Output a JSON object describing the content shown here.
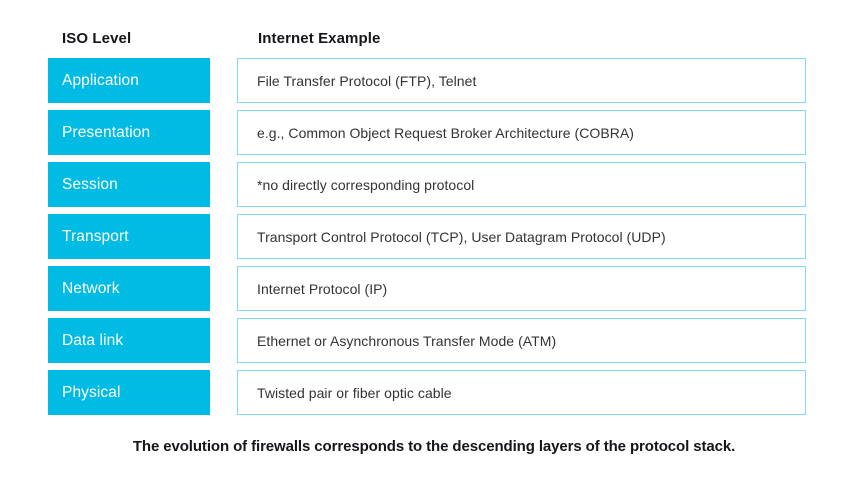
{
  "colors": {
    "level_fill": "#00BCE4",
    "level_text": "#FFFFFF",
    "example_border": "#7EDDF0",
    "example_bg": "#FFFFFF",
    "example_text": "#333333",
    "header_text": "#14161A",
    "page_bg": "#FFFFFF"
  },
  "table": {
    "headers": {
      "level": "ISO Level",
      "example": "Internet Example"
    },
    "rows": [
      {
        "level": "Application",
        "example": "File Transfer Protocol (FTP), Telnet"
      },
      {
        "level": "Presentation",
        "example": "e.g., Common Object Request Broker Architecture (COBRA)"
      },
      {
        "level": "Session",
        "example": "*no directly corresponding protocol"
      },
      {
        "level": "Transport",
        "example": "Transport Control Protocol (TCP), User Datagram Protocol (UDP)"
      },
      {
        "level": "Network",
        "example": "Internet Protocol (IP)"
      },
      {
        "level": "Data link",
        "example": "Ethernet or Asynchronous Transfer Mode (ATM)"
      },
      {
        "level": "Physical",
        "example": "Twisted pair or fiber optic cable"
      }
    ]
  },
  "caption": {
    "text": "The evolution of firewalls corresponds to the descending layers of the protocol stack."
  }
}
